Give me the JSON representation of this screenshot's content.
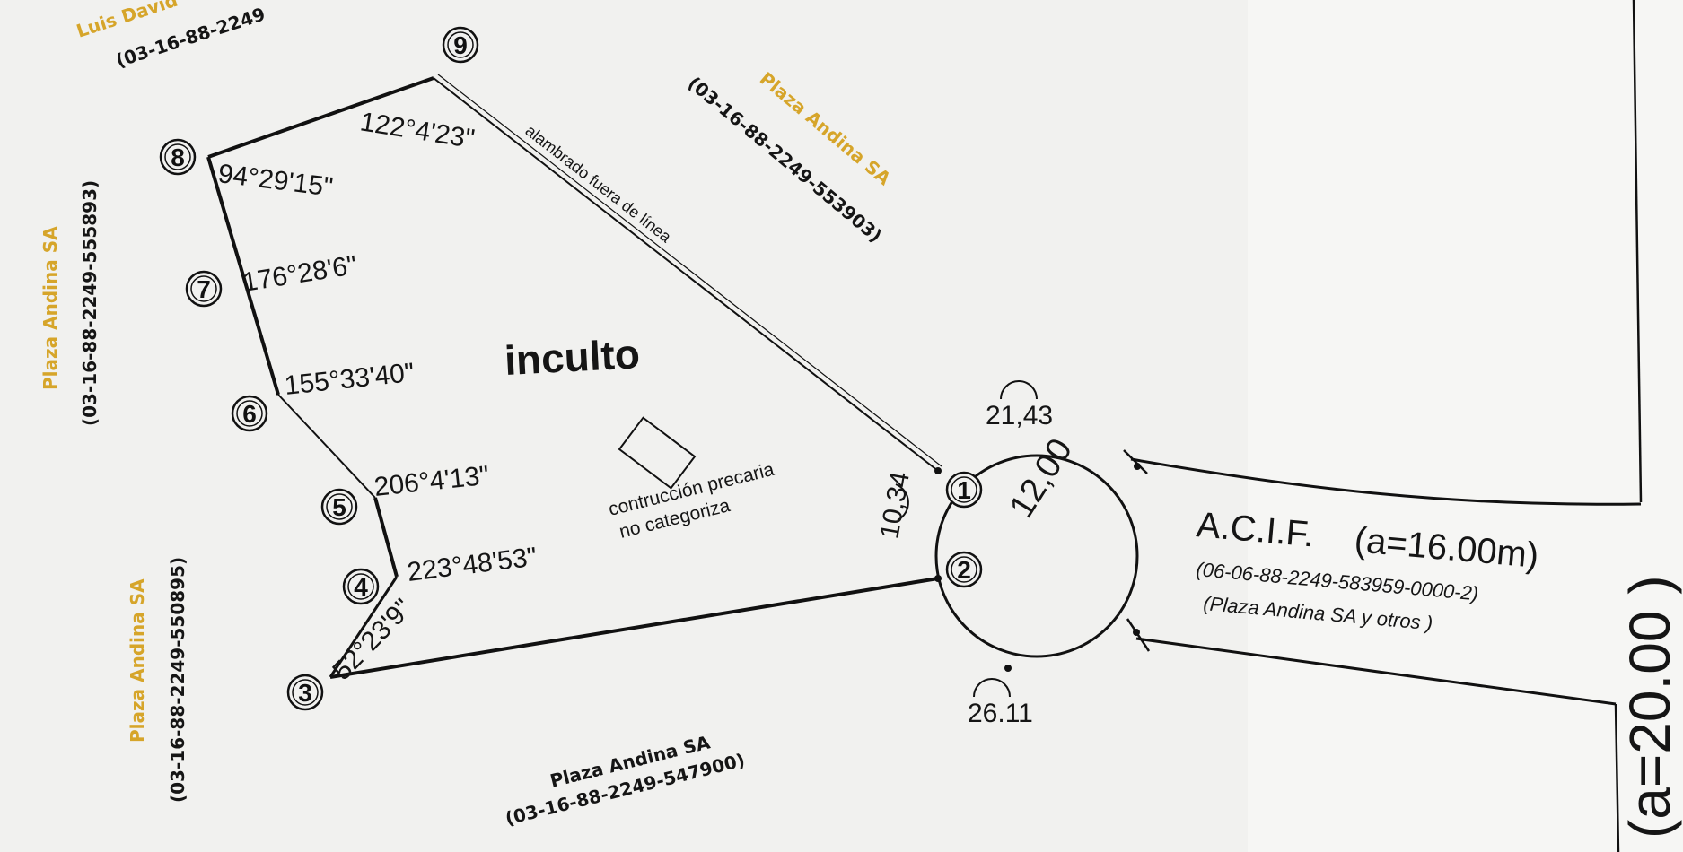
{
  "owners": {
    "top_left_name": "Luis David",
    "top_left_parcel": "(03-16-88-2249",
    "top_right_name": "Plaza Andina SA",
    "top_right_parcel": "(03-16-88-2249-553903)",
    "left_upper_name": "Plaza Andina SA",
    "left_upper_parcel": "(03-16-88-2249-555893)",
    "left_lower_name": "Plaza Andina SA",
    "left_lower_parcel": "(03-16-88-2249-550895)",
    "bottom_name": "Plaza Andina SA",
    "bottom_parcel": "(03-16-88-2249-547900)"
  },
  "fence_note": "alambrado fuera de línea",
  "land_use": "inculto",
  "building_note_line1": "contrucción precaria",
  "building_note_line2": "no categoriza",
  "vertices": [
    {
      "id": "v1",
      "label": "1"
    },
    {
      "id": "v2",
      "label": "2"
    },
    {
      "id": "v3",
      "label": "3"
    },
    {
      "id": "v4",
      "label": "4"
    },
    {
      "id": "v5",
      "label": "5"
    },
    {
      "id": "v6",
      "label": "6"
    },
    {
      "id": "v7",
      "label": "7"
    },
    {
      "id": "v8",
      "label": "8"
    },
    {
      "id": "v9",
      "label": "9"
    }
  ],
  "angles": {
    "v9": "122°4'23\"",
    "v8": "94°29'15\"",
    "v7": "176°28'6\"",
    "v6": "155°33'40\"",
    "v5": "206°4'13\"",
    "v4": "223°48'53\"",
    "v3": "52°23'9\""
  },
  "circle": {
    "radius_label": "12,00",
    "arc_top": "21,43",
    "arc_left": "10,34",
    "arc_bottom": "26.11"
  },
  "road": {
    "title": "A.C.I.F.",
    "width": "(a=16.00m)",
    "parcel": "(06-06-88-2249-583959-0000-2)",
    "owners": "(Plaza Andina SA y otros )"
  },
  "right_street_partial": "(a=20.00 )",
  "colors": {
    "line": "#111111",
    "owner_label": "#d6a52a",
    "paper": "#f1f1ef"
  }
}
